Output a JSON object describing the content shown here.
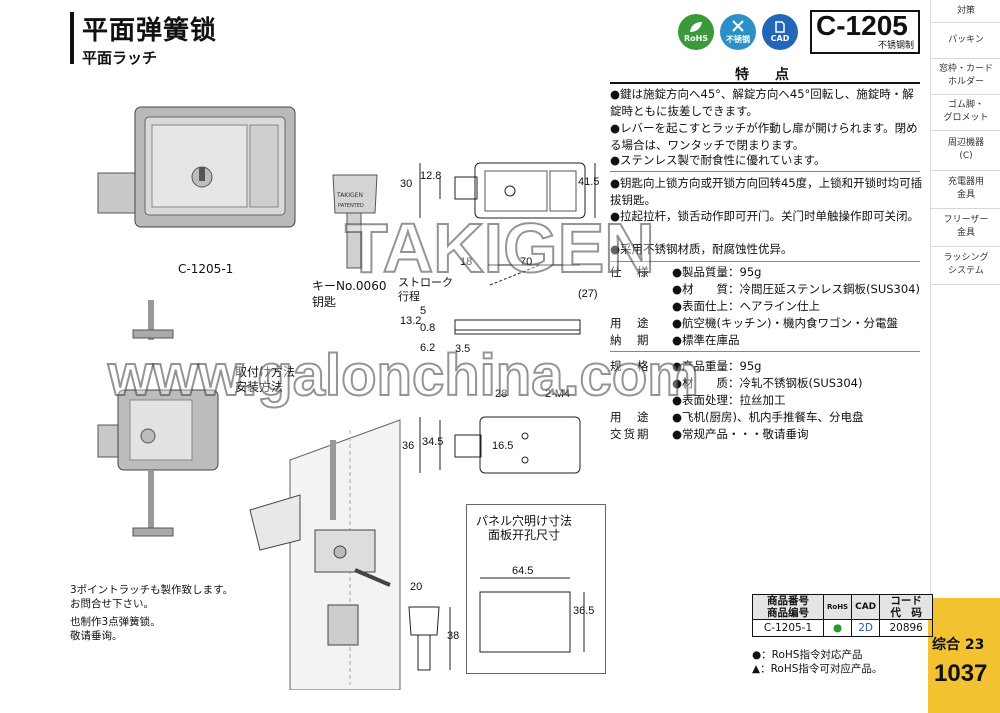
{
  "header": {
    "title_zh": "平面弹簧锁",
    "title_jp": "平面ラッチ",
    "badges": [
      {
        "name": "rohs-badge",
        "label": "RoHS",
        "color": "#3a9a3a"
      },
      {
        "name": "stainless-badge",
        "label": "不锈钢",
        "color": "#2b8fc8"
      },
      {
        "name": "cad-badge",
        "label": "CAD",
        "color": "#2266b8"
      }
    ],
    "code": "C-1205",
    "code_sub": "不锈钢制"
  },
  "sidebar": {
    "items": [
      "対策",
      "パッキン",
      "窓枠・カード\nホルダー",
      "ゴム脚・\nグロメット",
      "周辺機器\n(C)",
      "充電器用\n金具",
      "フリーザー\n金具",
      "ラッシング\nシステム"
    ],
    "tab_label": "综合 23",
    "page_number": "1037"
  },
  "features": {
    "title": "特　点",
    "jp": [
      "●鍵は施錠方向へ45°、解錠方向へ45°回転し、施錠時・解錠時ともに抜差しできます。",
      "●レバーを起こすとラッチが作動し扉が開けられます。閉める場合は、ワンタッチで閉まります。",
      "●ステンレス製で耐食性に優れています。"
    ],
    "zh": [
      "●钥匙向上锁方向或开锁方向回转45度，上锁和开锁时均可插拔钥匙。",
      "●拉起拉杆，锁舌动作即可开门。关门时单触操作即可关闭。",
      "●采用不锈钢材质，耐腐蚀性优异。"
    ]
  },
  "specs_jp": [
    {
      "k": "仕　様",
      "v": "●製品質量：95g"
    },
    {
      "k": "",
      "v": "●材　　質：冷間圧延ステンレス鋼板(SUS304)"
    },
    {
      "k": "",
      "v": "●表面仕上：ヘアライン仕上"
    },
    {
      "k": "用　途",
      "v": "●航空機(キッチン)・機内食ワゴン・分電盤"
    },
    {
      "k": "納　期",
      "v": "●標準在庫品"
    }
  ],
  "specs_zh": [
    {
      "k": "规　格",
      "v": "●产品重量：95g"
    },
    {
      "k": "",
      "v": "●材　　质：冷轧不锈钢板(SUS304)"
    },
    {
      "k": "",
      "v": "●表面处理：拉丝加工"
    },
    {
      "k": "用　途",
      "v": "●飞机(厨房)、机内手推餐车、分电盘"
    },
    {
      "k": "交货期",
      "v": "●常规产品・・・敬请垂询"
    }
  ],
  "labels": {
    "model": "C-1205-1",
    "key_jp": "キーNo.0060",
    "key_zh": "钥匙",
    "stroke_jp": "ストローク",
    "stroke_zh": "行程",
    "install_jp": "取付け方法",
    "install_zh": "安装方法",
    "panel_jp": "パネル穴明け寸法",
    "panel_zh": "面板开孔尺寸",
    "note_jp1": "3ポイントラッチも製作致します。",
    "note_jp2": "お問合せ下さい。",
    "note_zh1": "也制作3点弹簧锁。",
    "note_zh2": "敬请垂询。",
    "key_tag": "TAKIGEN",
    "key_patent": "PATENTED",
    "watermark1": "TAKIGEN",
    "watermark2": "www.galonchina.com"
  },
  "dimensions": {
    "d30": "30",
    "d12_8": "12.8",
    "d41_5": "41.5",
    "d18": "18",
    "d70": "70",
    "d27": "(27)",
    "d13_2": "13.2",
    "d5": "5",
    "d0_8": "0.8",
    "d6_2": "6.2",
    "d3_5": "3.5",
    "d28": "28",
    "d2m4": "2-M4",
    "d36": "36",
    "d34_5": "34.5",
    "d16_5": "16.5",
    "d64_5": "64.5",
    "d36_5": "36.5",
    "d20": "20",
    "d38": "38"
  },
  "product_table": {
    "headers": [
      "商品番号\n商品编号",
      "RoHS",
      "CAD",
      "コード\n代　码"
    ],
    "rows": [
      [
        "C-1205-1",
        "●",
        "2D",
        "20896"
      ]
    ]
  },
  "legend": [
    "●：RoHS指令対応产品",
    "▲：RoHS指令可对应产品。"
  ]
}
